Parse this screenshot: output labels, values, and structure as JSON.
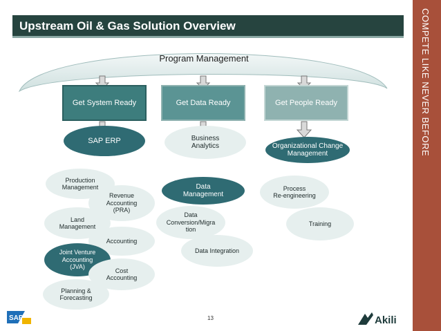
{
  "title": "Upstream Oil & Gas Solution Overview",
  "side_banner": "Compete like never before",
  "program_management": "Program Management",
  "columns": [
    {
      "label": "Get System Ready"
    },
    {
      "label": "Get Data Ready"
    },
    {
      "label": "Get People Ready"
    }
  ],
  "system_items": {
    "header": "SAP ERP",
    "production_management": "Production\nManagement",
    "revenue_accounting": "Revenue\nAccounting\n(PRA)",
    "land_management": "Land\nManagement",
    "accounting": "Accounting",
    "joint_venture": "Joint Venture\nAccounting\n(JVA)",
    "cost_accounting": "Cost\nAccounting",
    "planning": "Planning &\nForecasting"
  },
  "data_items": {
    "business_analytics": "Business\nAnalytics",
    "data_management": "Data\nManagement",
    "data_conversion": "Data\nConversion/Migra\ntion",
    "data_integration": "Data Integration"
  },
  "people_items": {
    "org_change": "Organizational Change\nManagement",
    "process_reengineering": "Process\nRe-engineering",
    "training": "Training"
  },
  "slide_number": "13",
  "logos": {
    "sap": "SAP",
    "akili": "Akili"
  },
  "colors": {
    "title_bar": "#26443f",
    "side_bar": "#a8503a",
    "teal_box": "#3d7d7d",
    "teal_light": "#8fb2b0",
    "ellipse_dark": "#2f6b73",
    "ellipse_light": "#e6efee"
  }
}
